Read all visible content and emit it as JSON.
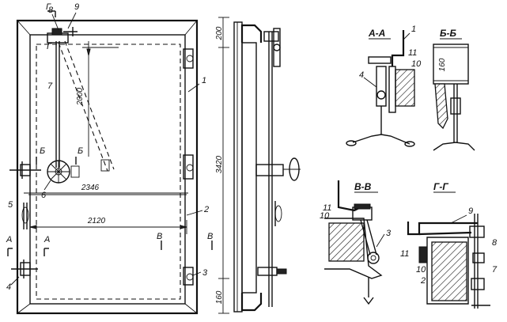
{
  "section_titles": {
    "aa": "А-А",
    "bb": "Б-Б",
    "vv": "В-В",
    "gg": "Г-Г"
  },
  "section_marks": {
    "g": "Г",
    "b": "Б",
    "a": "А",
    "v": "В"
  },
  "dimensions": {
    "d2000": "2000",
    "d2346": "2346",
    "d2120": "2120",
    "d200": "200",
    "d3420": "3420",
    "d160_side": "160",
    "d160_section": "160"
  },
  "callouts": {
    "c1": "1",
    "c2": "2",
    "c3": "3",
    "c4": "4",
    "c5": "5",
    "c6": "6",
    "c7": "7",
    "c8": "8",
    "c9": "9",
    "c10": "10",
    "c11": "11"
  }
}
